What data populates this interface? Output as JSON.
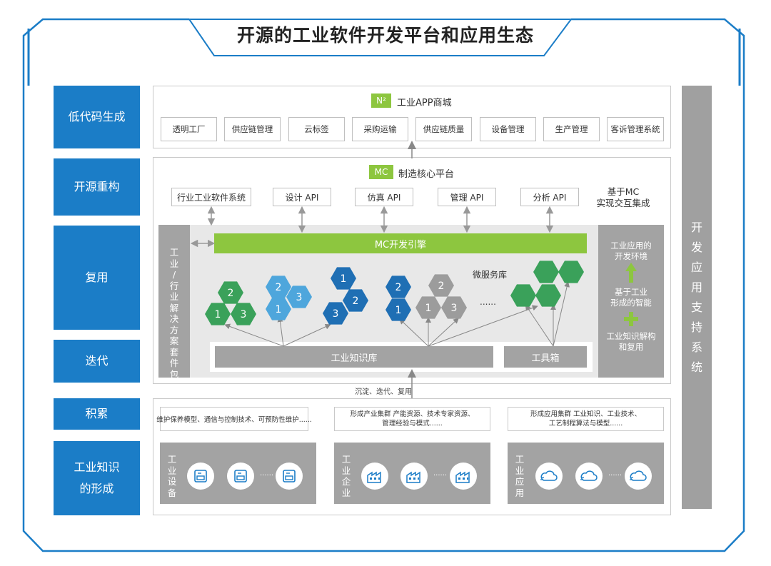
{
  "title": "开源的工业软件开发平台和应用生态",
  "left_labels": [
    "低代码生成",
    "开源重构",
    "复用",
    "迭代",
    "积累",
    "工业知识的形成"
  ],
  "right_label": "开发应用支持系统",
  "app_store": {
    "badge": "N²",
    "label": "工业APP商城",
    "apps": [
      "透明工厂",
      "供应链管理",
      "云标签",
      "采购运输",
      "供应链质量",
      "设备管理",
      "生产管理",
      "客诉管理系统"
    ]
  },
  "core_platform": {
    "badge": "MC",
    "label": "制造核心平台",
    "apis": [
      "行业工业软件系统",
      "设计 API",
      "仿真 API",
      "管理 API",
      "分析 API"
    ],
    "integration_note": "基于MC\n实现交互集成"
  },
  "engine": {
    "label": "MC开发引擎",
    "left_column": "工业/行业解决方案套件包",
    "microservice_label": "微服务库",
    "ellipsis": "......",
    "knowledge_base": "工业知识库",
    "toolbox": "工具箱",
    "right_column": {
      "top": "工业应用的\n开发环境",
      "middle": "基于工业\n形成的智能",
      "bottom": "工业知识解构\n和复用"
    },
    "hex_numbers": [
      "1",
      "2",
      "3"
    ]
  },
  "flow_label": "沉淀、迭代、复用",
  "accumulation": [
    "维护保养模型、通信与控制技术、可预防性维护......",
    "形成产业集群  产能资源、技术专家资源、\n管理经验与模式......",
    "形成应用集群  工业知识、工业技术、\n工艺制程算法与模型......"
  ],
  "sources": [
    {
      "label": "工业设备",
      "icon": "equipment-icon"
    },
    {
      "label": "工业企业",
      "icon": "factory-icon"
    },
    {
      "label": "工业应用",
      "icon": "cloud-icon"
    }
  ],
  "ellipsis_small": "......",
  "colors": {
    "blue": "#1b7dc7",
    "green": "#8dc63f",
    "hex_green": "#3aa15a",
    "hex_light_blue": "#4ea6dc",
    "hex_dark_blue": "#1f6fb4",
    "hex_gray": "#9c9c9c",
    "panel_gray": "#a3a3a3"
  }
}
